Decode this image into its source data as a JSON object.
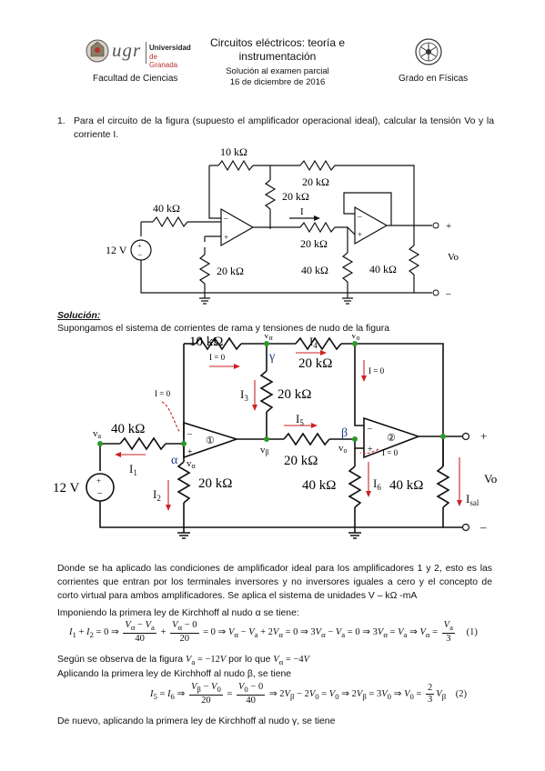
{
  "header": {
    "university_logo_text": "ugr",
    "university_name_line1": "Universidad",
    "university_name_line2": "de Granada",
    "faculty": "Facultad de Ciencias",
    "title_line1": "Circuitos eléctricos: teoría e",
    "title_line2": "instrumentación",
    "subtitle_line1": "Solución al examen parcial",
    "subtitle_line2": "16 de diciembre de 2016",
    "degree": "Grado en Físicas"
  },
  "problem": {
    "number": "1.",
    "text": "Para el circuito de la figura (supuesto el amplificador operacional ideal), calcular la tensión Vo y la corriente I."
  },
  "fig1": {
    "r_top": "10 kΩ",
    "r_top2": "20 kΩ",
    "r_mid": "20 kΩ",
    "r_in": "40 kΩ",
    "r_ground1": "20 kΩ",
    "r_series": "20 kΩ",
    "r_ground2": "40 kΩ",
    "r_load": "40 kΩ",
    "source": "12 V",
    "current": "I",
    "out_plus": "+",
    "out_minus": "–",
    "out_label": "Vo"
  },
  "solution": {
    "heading": "Solución:",
    "intro": "Supongamos el sistema de corrientes de rama y tensiones de nudo de la figura"
  },
  "fig2": {
    "r_top": "10 kΩ",
    "r_top2": "20 kΩ",
    "r_mid": "20 kΩ",
    "r_in": "40 kΩ",
    "r_ground1": "20 kΩ",
    "r_series": "20 kΩ",
    "r_ground2": "40 kΩ",
    "r_load": "40 kΩ",
    "source": "12 V",
    "i_eq0_a": "I = 0",
    "i_eq0_b": "I = 0",
    "i_eq0_c": "I = 0",
    "i_eq0_d": "I = 0",
    "I1": "I",
    "I1_sub": "1",
    "I2": "I",
    "I2_sub": "2",
    "I3": "I",
    "I3_sub": "3",
    "I4": "I",
    "I4_sub": "4",
    "I5": "I",
    "I5_sub": "5",
    "I6": "I",
    "I6_sub": "6",
    "Isal": "I",
    "Isal_sub": "sal",
    "va": "v",
    "va_sub": "a",
    "valpha": "v",
    "valpha_sub": "α",
    "valpha2": "v",
    "valpha2_sub": "α",
    "vbeta": "v",
    "vbeta_sub": "β",
    "vo_top": "v",
    "vo_top_sub": "o",
    "vo_mid": "v",
    "vo_mid_sub": "o",
    "alpha": "α",
    "beta": "β",
    "gamma": "γ",
    "amp1": "①",
    "amp2": "②",
    "out_plus": "+",
    "out_minus": "–",
    "out_label": "Vo"
  },
  "body": {
    "para1": "Donde se ha aplicado las condiciones de amplificador ideal para los amplificadores 1 y 2, esto es las corrientes que entran por los terminales inversores y no inversores iguales a cero y el concepto de corto virtual para ambos amplificadores. Se aplica el sistema de unidades V – kΩ -mA",
    "line2": "Imponiendo la primera ley de Kirchhoff al nudo α se tiene:",
    "eq1_label": "(1)",
    "line3_a": "Según se observa de la figura",
    "line3_b": "por lo que",
    "line4": "Aplicando la primera ley de Kirchhoff al nudo β, se tiene",
    "eq2_label": "(2)",
    "line5": "De nuevo, aplicando la primera ley de Kirchhoff al nudo γ, se tiene"
  }
}
